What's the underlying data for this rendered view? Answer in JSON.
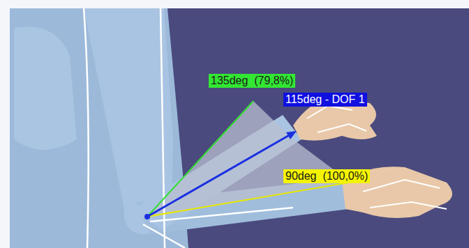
{
  "diagram": {
    "nodes": [
      {
        "text": [
          "135deg  (79,8%)"
        ]
      },
      {
        "text": [
          "115deg - DOF 1"
        ]
      },
      {
        "text": [
          "90deg  (100,0%)"
        ]
      }
    ]
  }
}
